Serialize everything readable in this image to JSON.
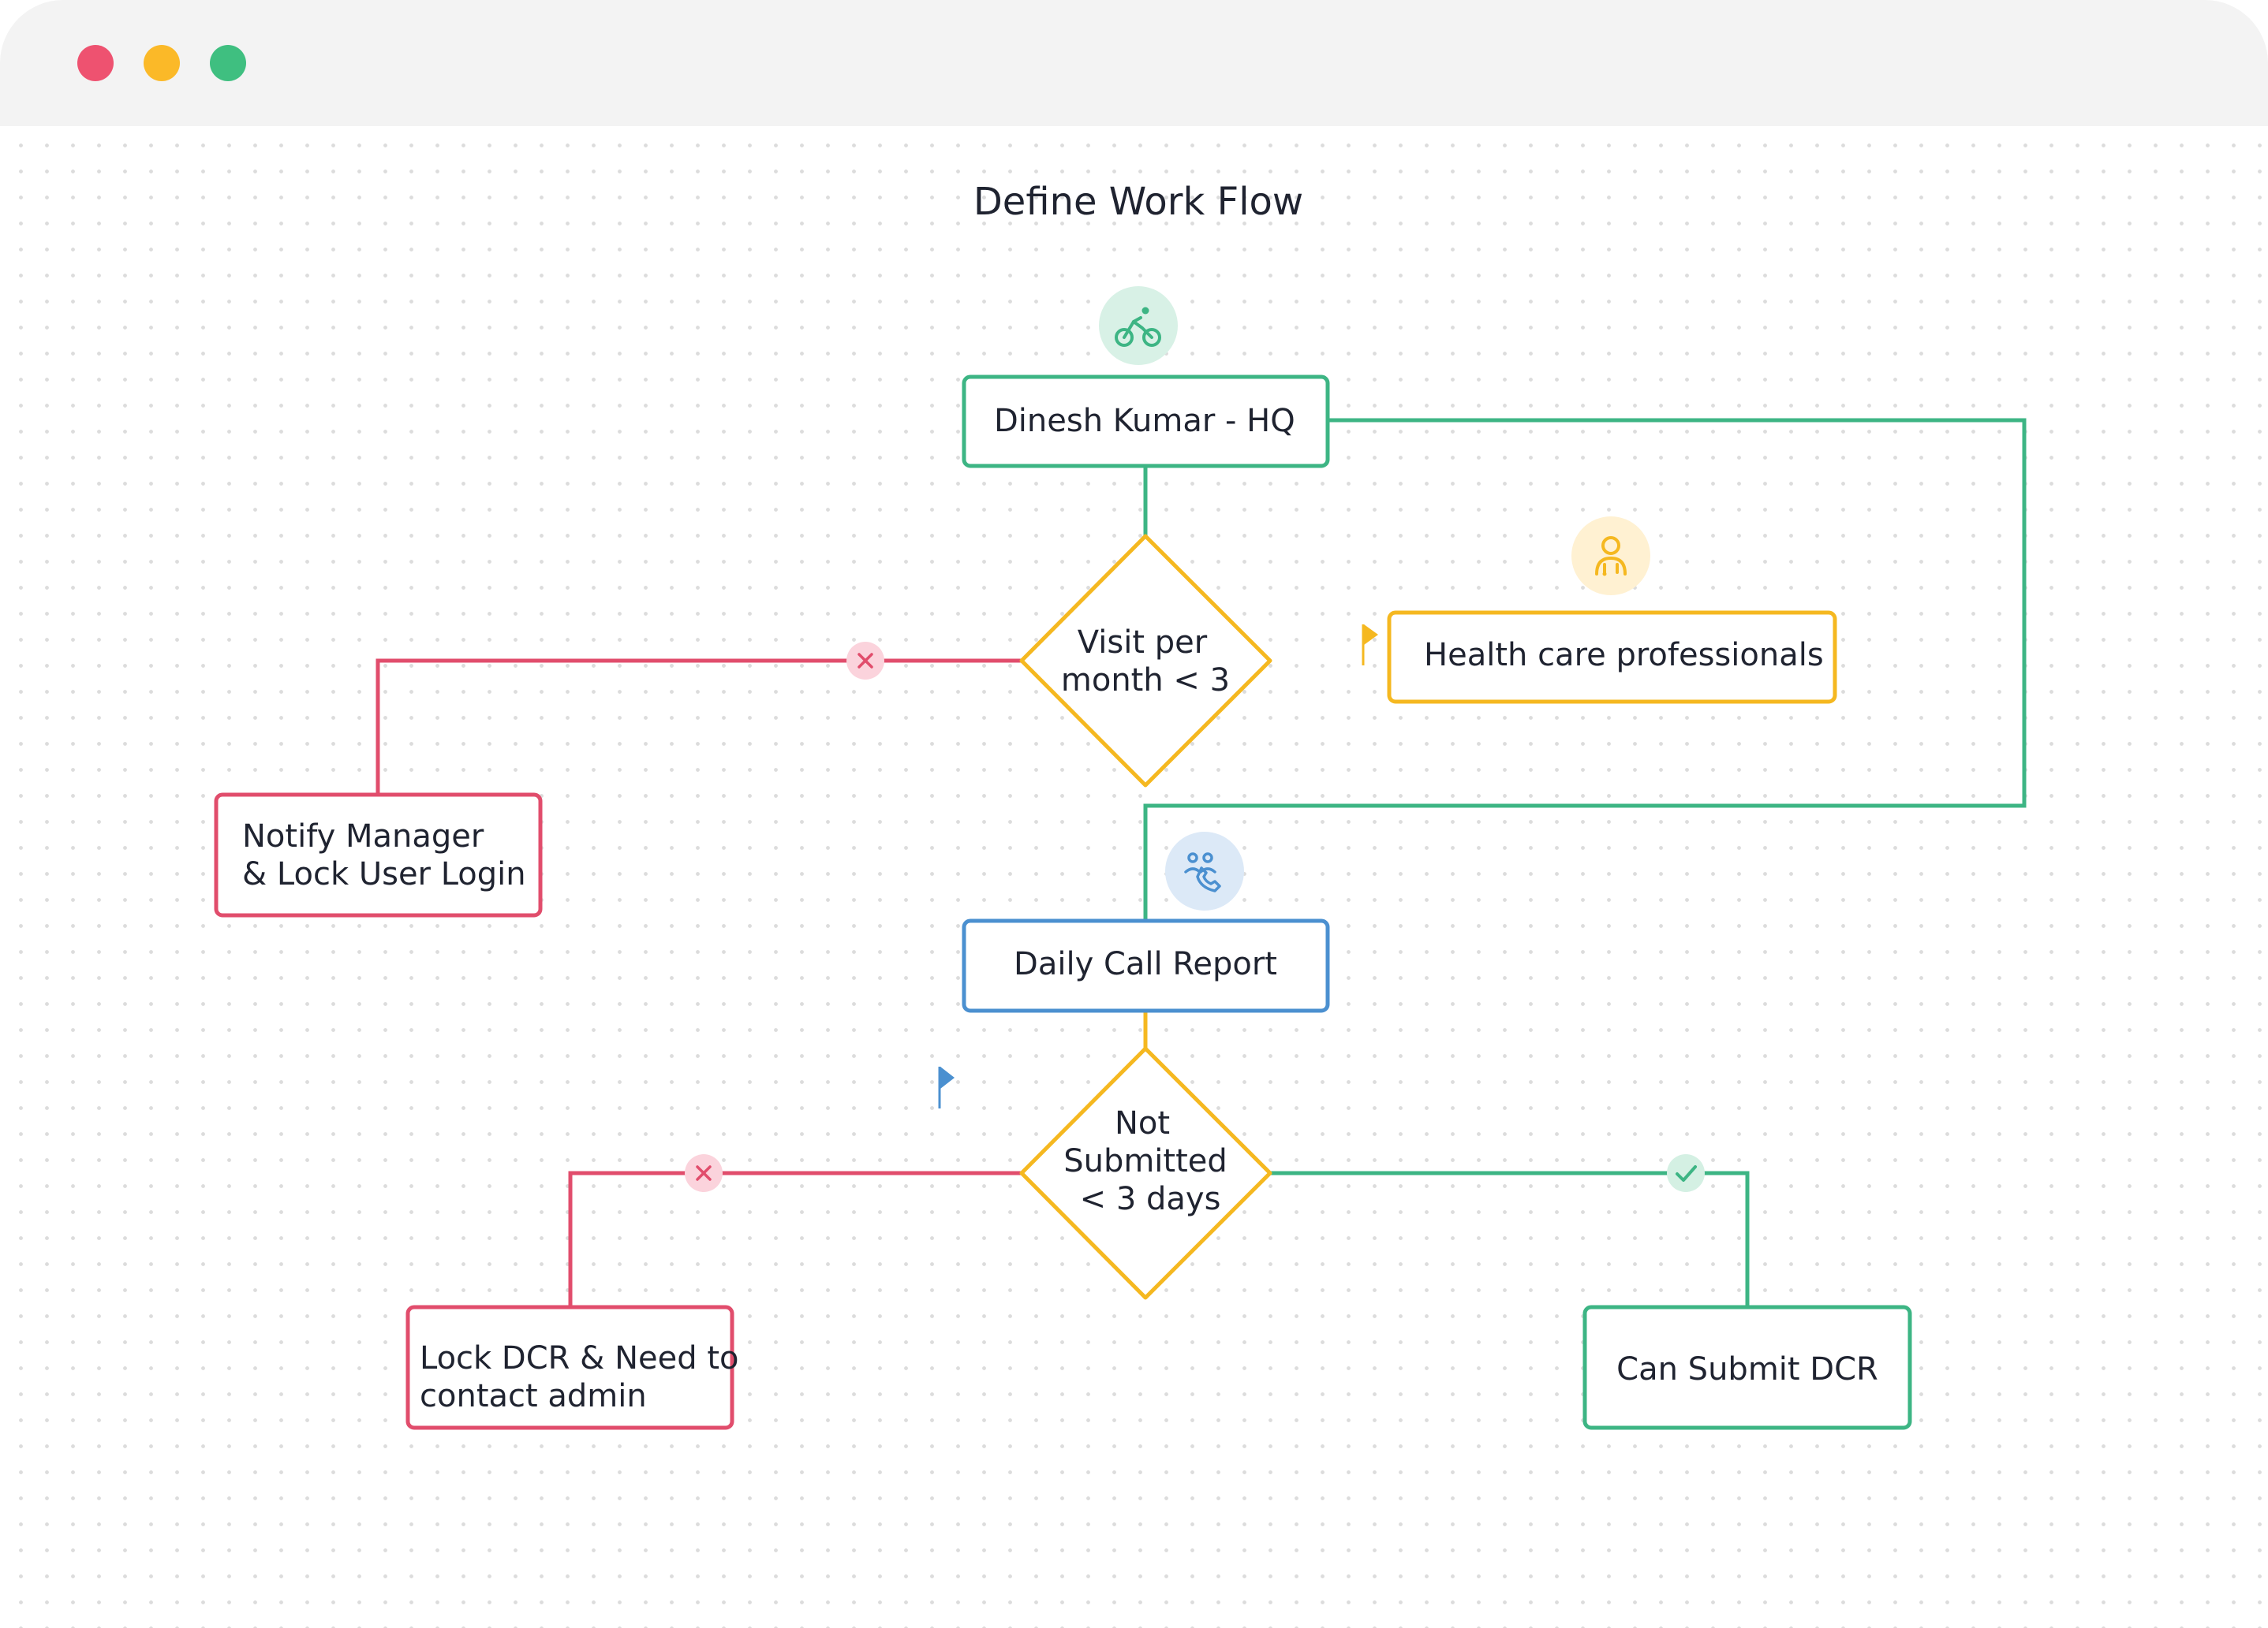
{
  "window": {
    "controls": [
      {
        "name": "close",
        "color": "#ee5270"
      },
      {
        "name": "minimize",
        "color": "#fbb928"
      },
      {
        "name": "maximize",
        "color": "#3fbf80"
      }
    ]
  },
  "diagram": {
    "title": "Define Work Flow",
    "colors": {
      "green": "#3db584",
      "yellow": "#f5b820",
      "red": "#e14d6c",
      "blue": "#4b90d0"
    },
    "nodes": {
      "user": "Dinesh Kumar - HQ",
      "visit_decision": [
        "Visit per",
        "month < 3"
      ],
      "hcp": "Health care professionals",
      "notify": [
        "Notify Manager",
        "& Lock User Login"
      ],
      "dcr": "Daily Call Report",
      "submit_decision": [
        "Not",
        "Submitted",
        "< 3 days"
      ],
      "lock_dcr": [
        "Lock DCR & Need to",
        "contact admin"
      ],
      "can_submit": "Can Submit DCR"
    },
    "icons": {
      "user": "cyclist-icon",
      "hcp": "doctor-icon",
      "dcr": "call-people-icon",
      "reject_marker": "cross-icon",
      "accept_marker": "check-icon",
      "flag": "flag-icon"
    }
  }
}
